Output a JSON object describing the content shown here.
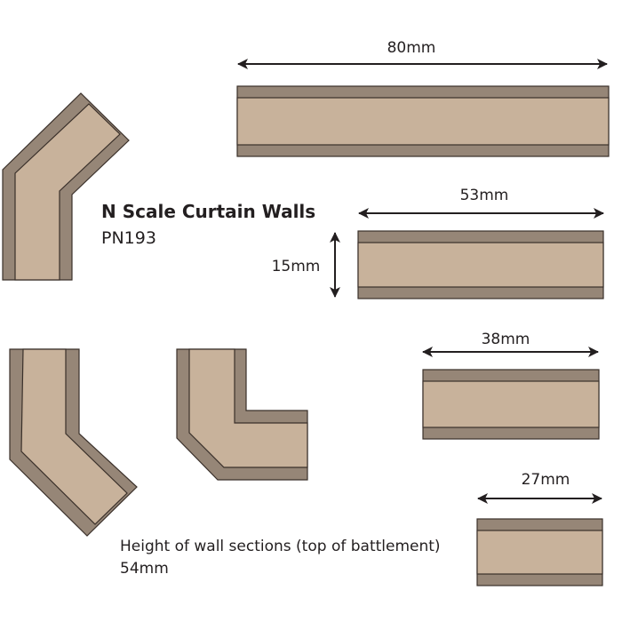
{
  "title": "N Scale Curtain Walls",
  "part_number": "PN193",
  "colors": {
    "outer_wall": "#968677",
    "inner_wall": "#c8b29b",
    "outline": "#3a302a",
    "arrow": "#231f20"
  },
  "straight_sections": [
    {
      "label": "80mm"
    },
    {
      "label": "53mm"
    },
    {
      "label": "38mm"
    },
    {
      "label": "27mm"
    }
  ],
  "depth_label": "15mm",
  "height_note": {
    "line1": "Height of wall sections (top of battlement)",
    "line2": "54mm"
  },
  "corner_pieces": [
    {
      "name": "angled-corner-top-left"
    },
    {
      "name": "angled-corner-bottom-left"
    },
    {
      "name": "right-angle-corner"
    }
  ]
}
